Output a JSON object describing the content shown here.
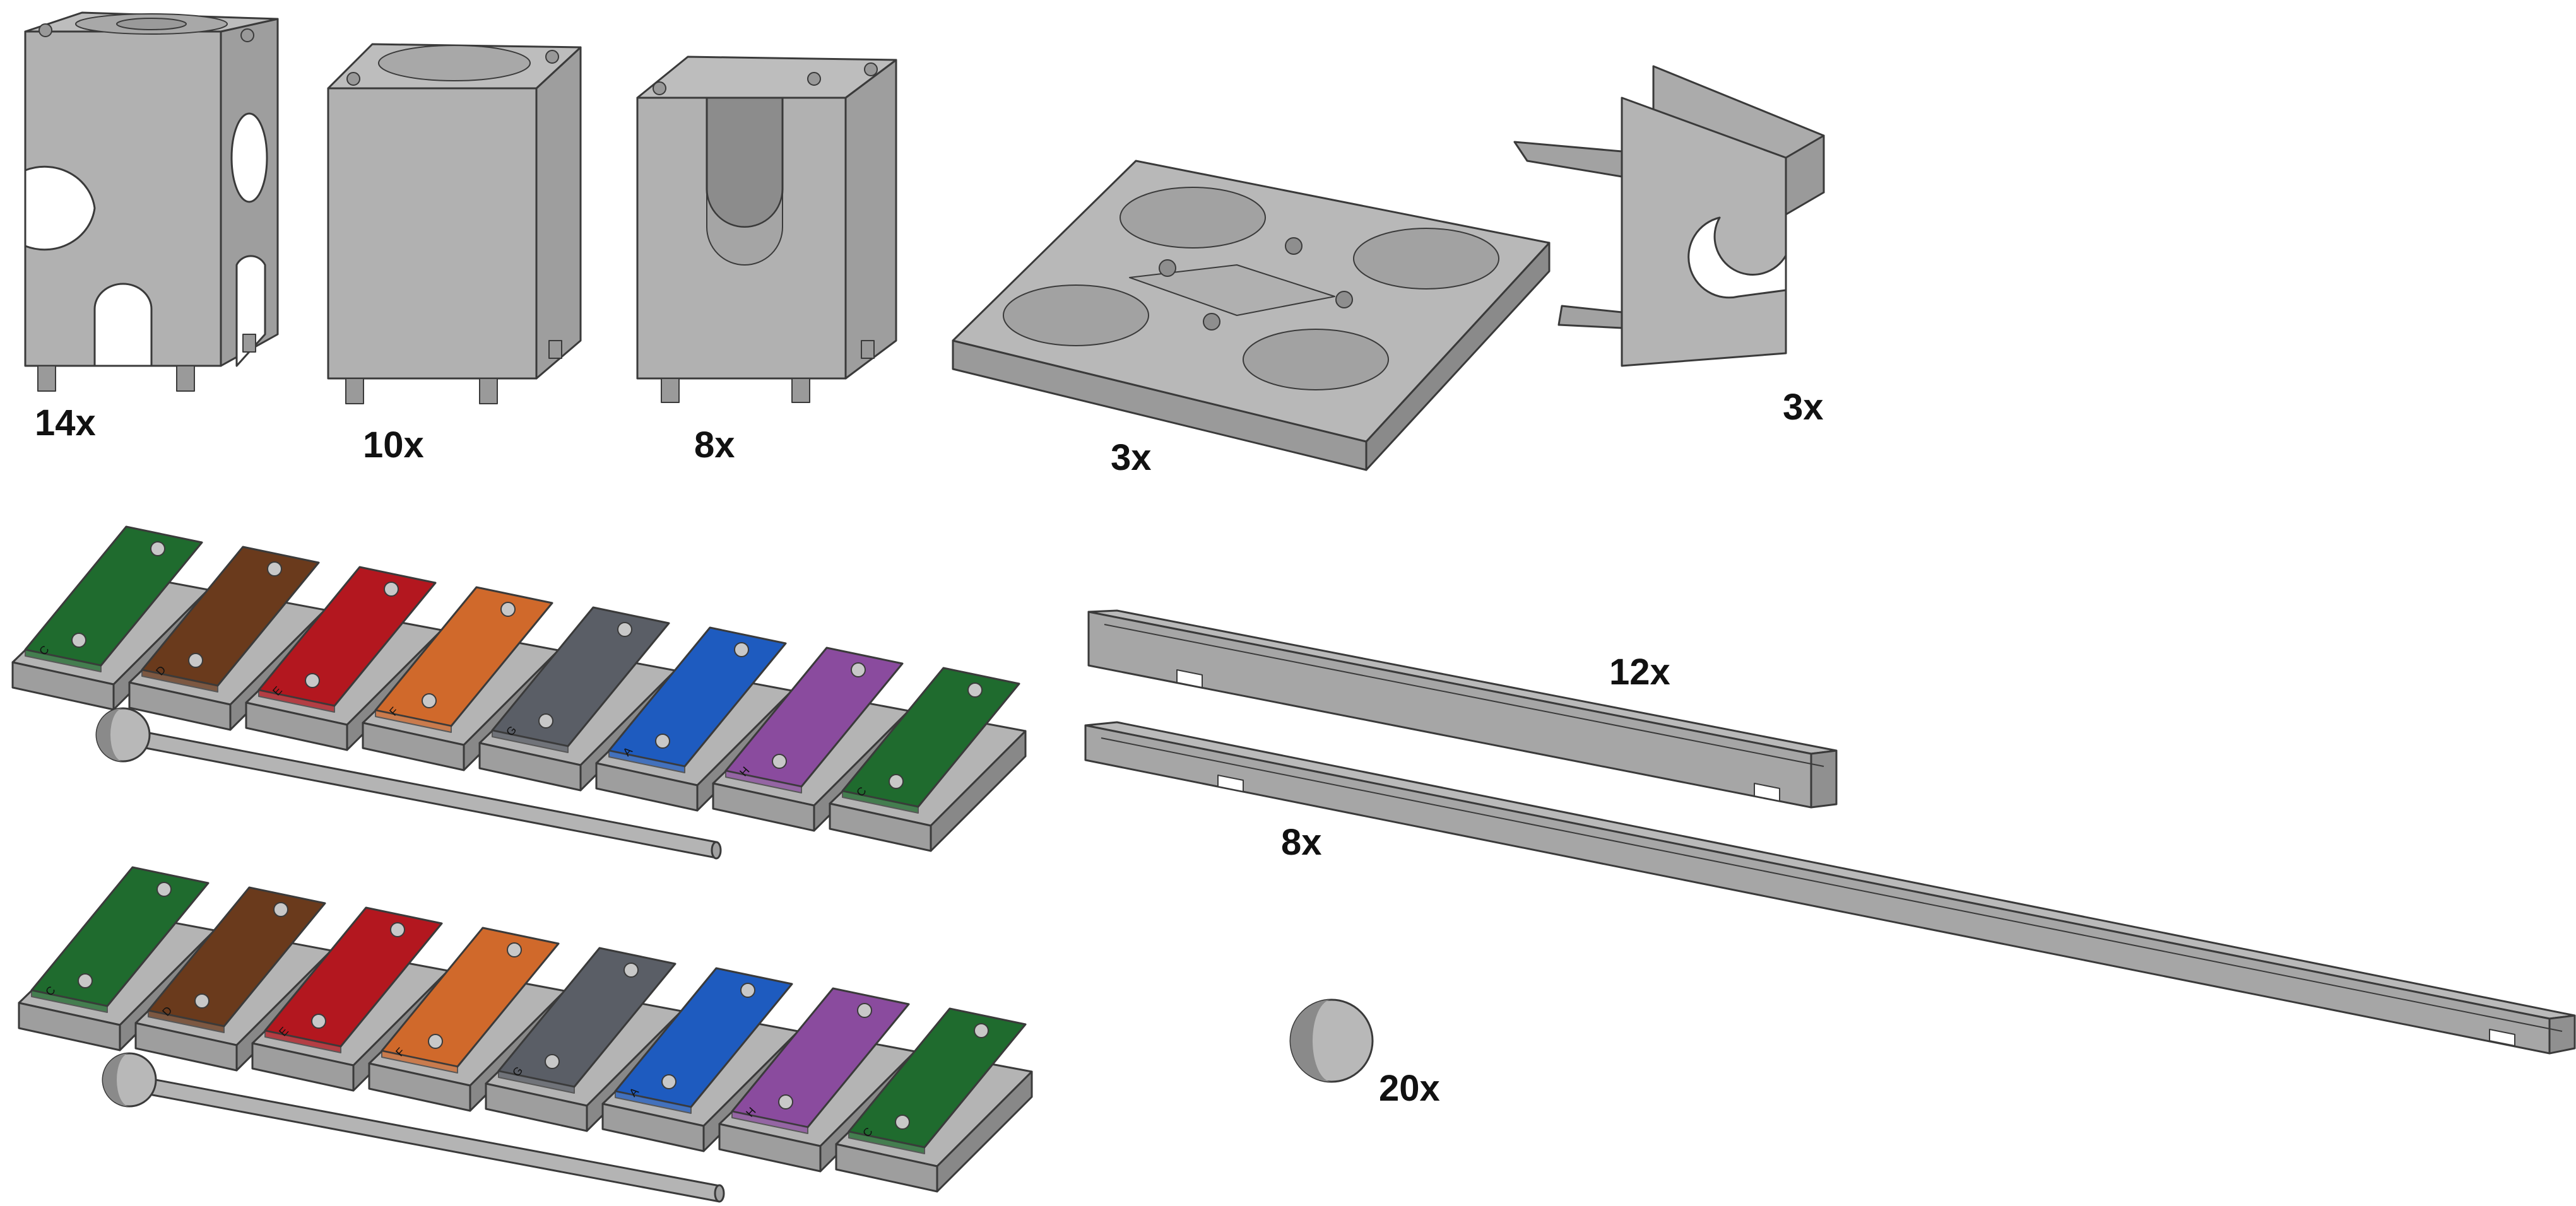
{
  "parts": {
    "pillar_two_holes": {
      "quantity": "14x"
    },
    "pillar_plain": {
      "quantity": "10x"
    },
    "pillar_slot": {
      "quantity": "8x"
    },
    "base_plate": {
      "quantity": "3x"
    },
    "rail_clip": {
      "quantity": "3x"
    },
    "rail_short": {
      "quantity": "12x"
    },
    "rail_long": {
      "quantity": "8x"
    },
    "ball": {
      "quantity": "20x"
    }
  },
  "xylophones": [
    {
      "keys": [
        {
          "letter": "C",
          "color": "#1f6b2e"
        },
        {
          "letter": "D",
          "color": "#6a3a1c"
        },
        {
          "letter": "E",
          "color": "#b3171f"
        },
        {
          "letter": "F",
          "color": "#d0692b"
        },
        {
          "letter": "G",
          "color": "#5a5e66"
        },
        {
          "letter": "A",
          "color": "#1e5bbf"
        },
        {
          "letter": "H",
          "color": "#8a4b9e"
        },
        {
          "letter": "C",
          "color": "#1f6b2e"
        }
      ]
    },
    {
      "keys": [
        {
          "letter": "C",
          "color": "#1f6b2e"
        },
        {
          "letter": "D",
          "color": "#6a3a1c"
        },
        {
          "letter": "E",
          "color": "#b3171f"
        },
        {
          "letter": "F",
          "color": "#d0692b"
        },
        {
          "letter": "G",
          "color": "#5a5e66"
        },
        {
          "letter": "A",
          "color": "#1e5bbf"
        },
        {
          "letter": "H",
          "color": "#8a4b9e"
        },
        {
          "letter": "C",
          "color": "#1f6b2e"
        }
      ]
    }
  ],
  "colors": {
    "part_light": "#b4b4b4",
    "part_mid": "#9e9e9e",
    "part_dark": "#868686"
  }
}
